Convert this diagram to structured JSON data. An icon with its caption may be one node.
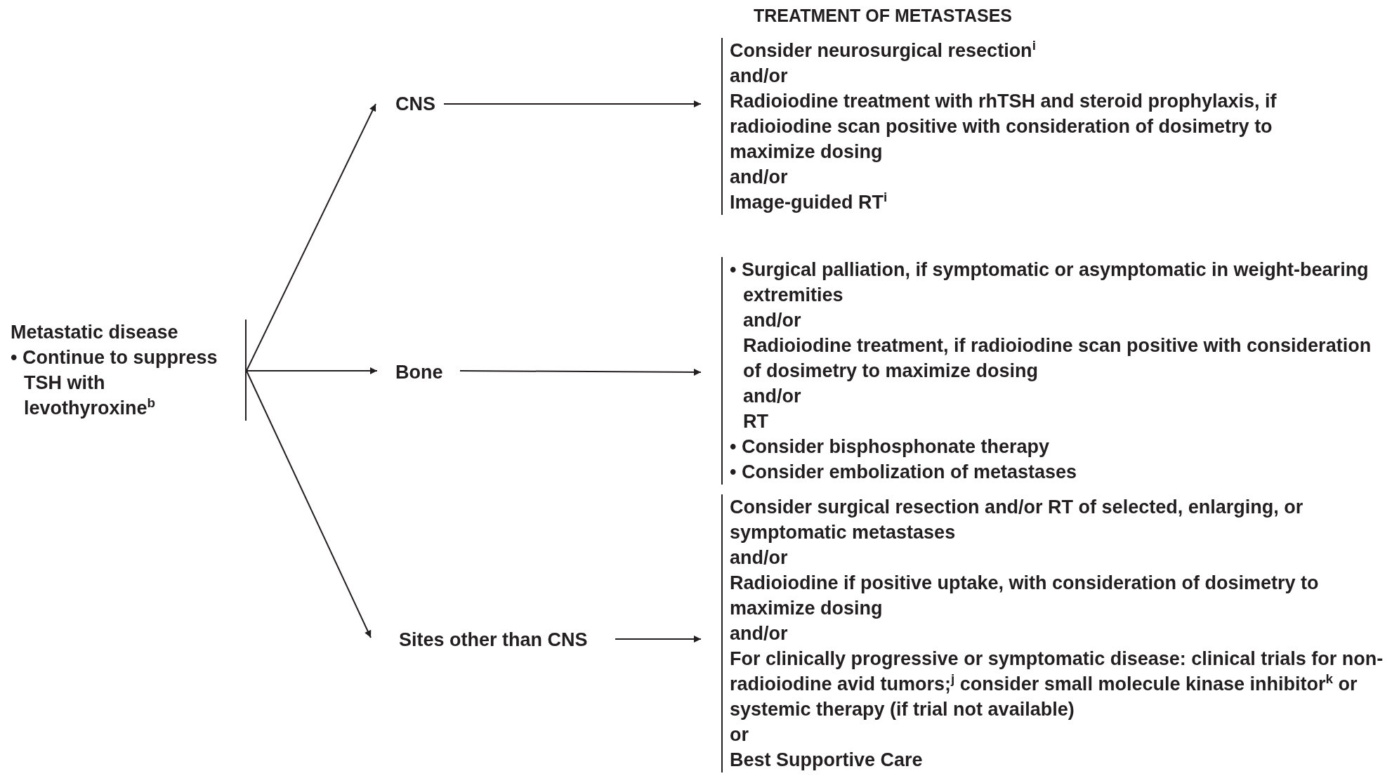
{
  "diagram": {
    "nodes": [
      {
        "text": [
          "Metastatic disease",
          "• Continue to suppress TSH with levothyroxine$^{b}$"
        ]
      },
      {
        "text": [
          "CNS"
        ]
      },
      {
        "text": [
          "Bone"
        ]
      },
      {
        "text": [
          "Sites other than CNS"
        ]
      },
      {
        "text": [
          "Consider neurosurgical resection$^{i}$",
          "and/or",
          "Radioiodine treatment with rhTSH and steroid prophylaxis, if radioiodine scan positive with consideration of dosimetry to maximize dosing",
          "and/or",
          "Image-guided RT$^{i}$"
        ]
      },
      {
        "text": [
          "• Surgical palliation, if symptomatic or asymptomatic in weight-bearing extremities",
          "and/or",
          "Radioiodine treatment, if radioiodine scan positive with consideration of dosimetry to maximize dosing",
          "and/or",
          "RT",
          "• Consider bisphosphonate therapy",
          "• Consider embolization of metastases"
        ]
      },
      {
        "text": [
          "Consider surgical resection and/or RT of selected, enlarging, or symptomatic metastases",
          "and/or",
          "Radioiodine if positive uptake, with consideration of dosimetry to maximize dosing",
          "and/or",
          "For clinically progressive or symptomatic disease: clinical trials for non-radioiodine avid tumors;$^{j}$ consider small molecule kinase inhibitor$^{k}$ or systemic therapy (if trial not available)",
          "or",
          "Best Supportive Care"
        ]
      }
    ],
    "edges": [
      {
        "from": 0,
        "to": 1,
        "arrow": "to"
      },
      {
        "from": 0,
        "to": 2,
        "arrow": "to"
      },
      {
        "from": 0,
        "to": 3,
        "arrow": "to"
      },
      {
        "from": 1,
        "to": 4,
        "arrow": "to"
      },
      {
        "from": 2,
        "to": 5,
        "arrow": "to"
      },
      {
        "from": 3,
        "to": 6,
        "arrow": "to"
      }
    ],
    "labels": [
      "TREATMENT OF METASTASES"
    ]
  }
}
